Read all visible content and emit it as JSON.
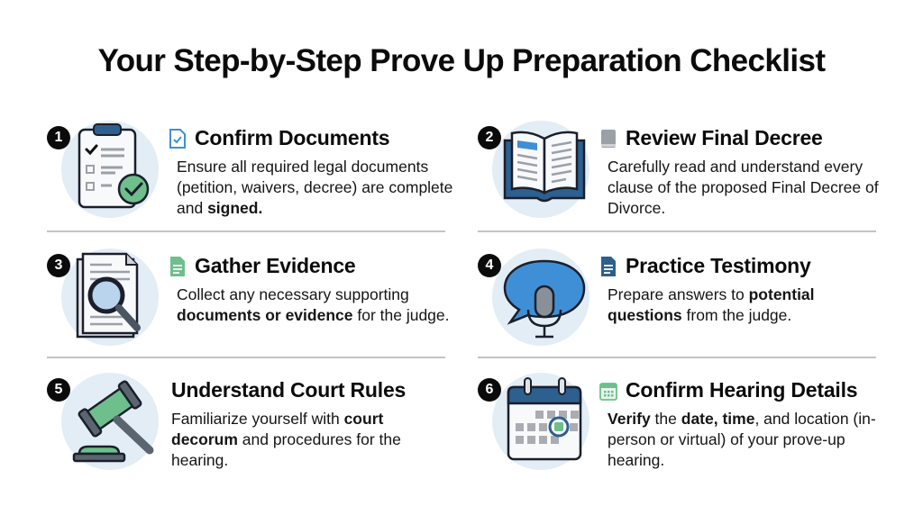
{
  "title": "Your Step-by-Step Prove Up Preparation Checklist",
  "colors": {
    "badge": "#0b0b0b",
    "icon_circle": "#e3edf6",
    "navy": "#2d5f8f",
    "blue": "#3f8fd6",
    "green": "#6dbf8b",
    "gray": "#9aa0a6",
    "divider": "#c4c4c4"
  },
  "steps": [
    {
      "number": "1",
      "heading": "Confirm Documents",
      "heading_icon": "document-check-icon",
      "illustration": "clipboard-checklist-icon",
      "desc": [
        {
          "t": "Ensure all required legal documents (petition, waivers, decree) are complete and ",
          "b": false
        },
        {
          "t": "signed.",
          "b": true
        }
      ]
    },
    {
      "number": "2",
      "heading": "Review Final Decree",
      "heading_icon": "book-icon",
      "illustration": "open-book-icon",
      "desc": [
        {
          "t": "Carefully read and understand every clause of the proposed Final Decree of Divorce.",
          "b": false
        }
      ]
    },
    {
      "number": "3",
      "heading": "Gather Evidence",
      "heading_icon": "document-lines-icon",
      "illustration": "document-magnifier-icon",
      "desc": [
        {
          "t": "Collect any necessary supporting ",
          "b": false
        },
        {
          "t": "documents or evidence",
          "b": true
        },
        {
          "t": " for the judge.",
          "b": false
        }
      ]
    },
    {
      "number": "4",
      "heading": "Practice Testimony",
      "heading_icon": "document-blue-icon",
      "illustration": "speech-bubble-microphone-icon",
      "desc": [
        {
          "t": "Prepare answers to ",
          "b": false
        },
        {
          "t": "potential questions",
          "b": true
        },
        {
          "t": " from the judge.",
          "b": false
        }
      ]
    },
    {
      "number": "5",
      "heading": "Understand Court Rules",
      "heading_icon": "",
      "illustration": "gavel-icon",
      "desc": [
        {
          "t": "Familiarize yourself with ",
          "b": false
        },
        {
          "t": "court decorum",
          "b": true
        },
        {
          "t": " and procedures for the hearing.",
          "b": false
        }
      ]
    },
    {
      "number": "6",
      "heading": "Confirm Hearing Details",
      "heading_icon": "calendar-small-icon",
      "illustration": "calendar-icon",
      "desc": [
        {
          "t": "Verify",
          "b": true
        },
        {
          "t": " the ",
          "b": false
        },
        {
          "t": "date, time",
          "b": true
        },
        {
          "t": ", and location (in-person or virtual) of your prove-up hearing.",
          "b": false
        }
      ]
    }
  ]
}
